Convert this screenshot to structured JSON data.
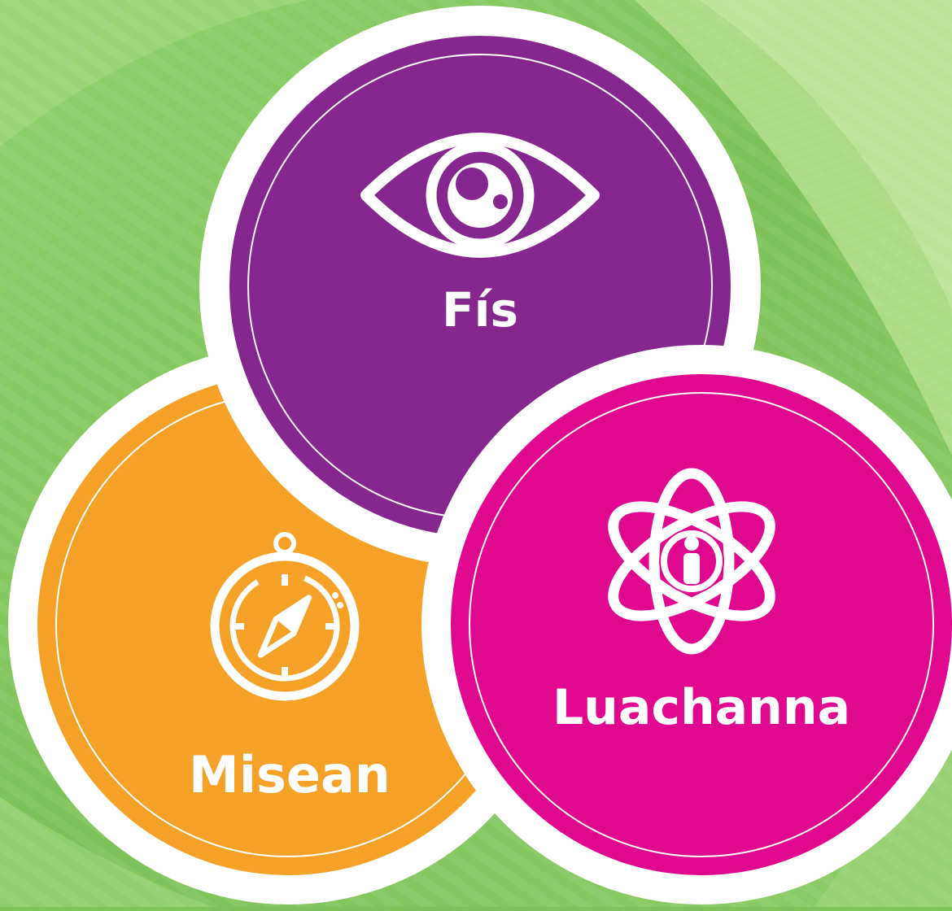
{
  "colors": {
    "background_light": "#b8e28f",
    "background_dark": "#78bf55",
    "border": "#ffffff",
    "vision": "#85278f",
    "mission": "#f5a127",
    "values": "#e0088f"
  },
  "circles": [
    {
      "id": "vision",
      "label": "Fís",
      "icon": "eye-icon"
    },
    {
      "id": "mission",
      "label": "Misean",
      "icon": "compass-icon"
    },
    {
      "id": "values",
      "label": "Luachanna",
      "icon": "atom-person-icon"
    }
  ]
}
